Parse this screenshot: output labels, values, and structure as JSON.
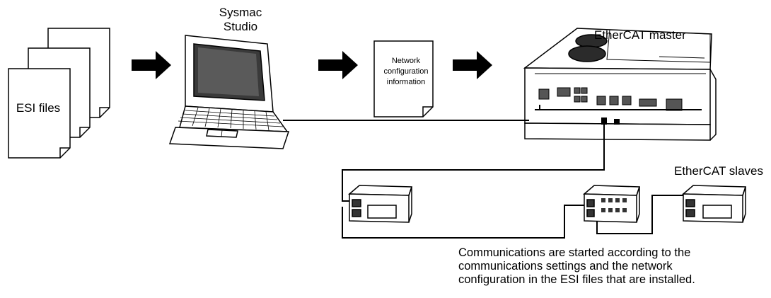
{
  "labels": {
    "sysmac_studio": [
      "Sysmac",
      "Studio"
    ],
    "ethercat_master": "EtherCAT master",
    "ethercat_slaves": "EtherCAT slaves",
    "esi_files": "ESI files",
    "network_config": [
      "Network",
      "configuration",
      "information"
    ],
    "note": [
      "Communications are started according to the",
      "communications settings and the network",
      "configuration in the ESI files that are installed."
    ]
  },
  "icons": [
    "esi-document-stack-icon",
    "right-arrow-icon",
    "laptop-icon",
    "network-config-document-icon",
    "ethercat-master-controller-icon",
    "ethercat-slave-unit-icon"
  ],
  "colors": {
    "ink": "#000000",
    "paper": "#ffffff",
    "shade": "#444444"
  }
}
